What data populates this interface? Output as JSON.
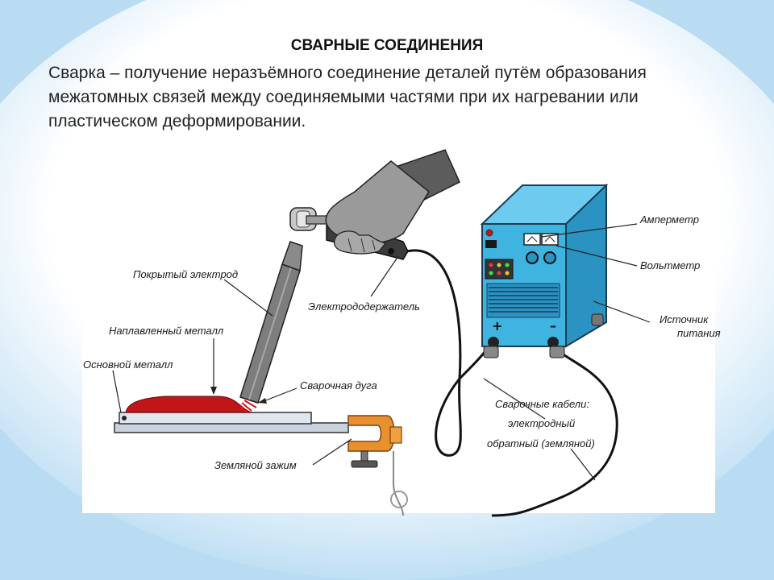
{
  "title": "СВАРНЫЕ СОЕДИНЕНИЯ",
  "definition": "Сварка – получение неразъёмного соединение деталей путём образования межатомных связей между соединяемыми частями при их нагревании или пластическом деформировании.",
  "labels": {
    "coated_electrode": "Покрытый электрод",
    "deposited_metal": "Наплавленный металл",
    "base_metal": "Основной металл",
    "arc": "Сварочная дуга",
    "electrode_holder": "Электрододержатель",
    "ammeter": "Амперметр",
    "voltmeter": "Вольтметр",
    "power_source_line1": "Источник",
    "power_source_line2": "питания",
    "cables_line1": "Сварочные кабели:",
    "cables_line2": "электродный",
    "cables_line3": "обратный (земляной)",
    "ground_clamp": "Земляной зажим"
  },
  "terminals": {
    "plus": "+",
    "minus": "–"
  },
  "colors": {
    "background": "#b9dcf3",
    "machine": "#3fb4e0",
    "deposit": "#c0161a",
    "clamp": "#e8902e",
    "glove": "#9a9a9a",
    "electrode": "#7d7d7d"
  },
  "icons": [
    "electrode-holder-icon",
    "glove-icon",
    "welding-machine-icon",
    "ground-clamp-icon"
  ]
}
